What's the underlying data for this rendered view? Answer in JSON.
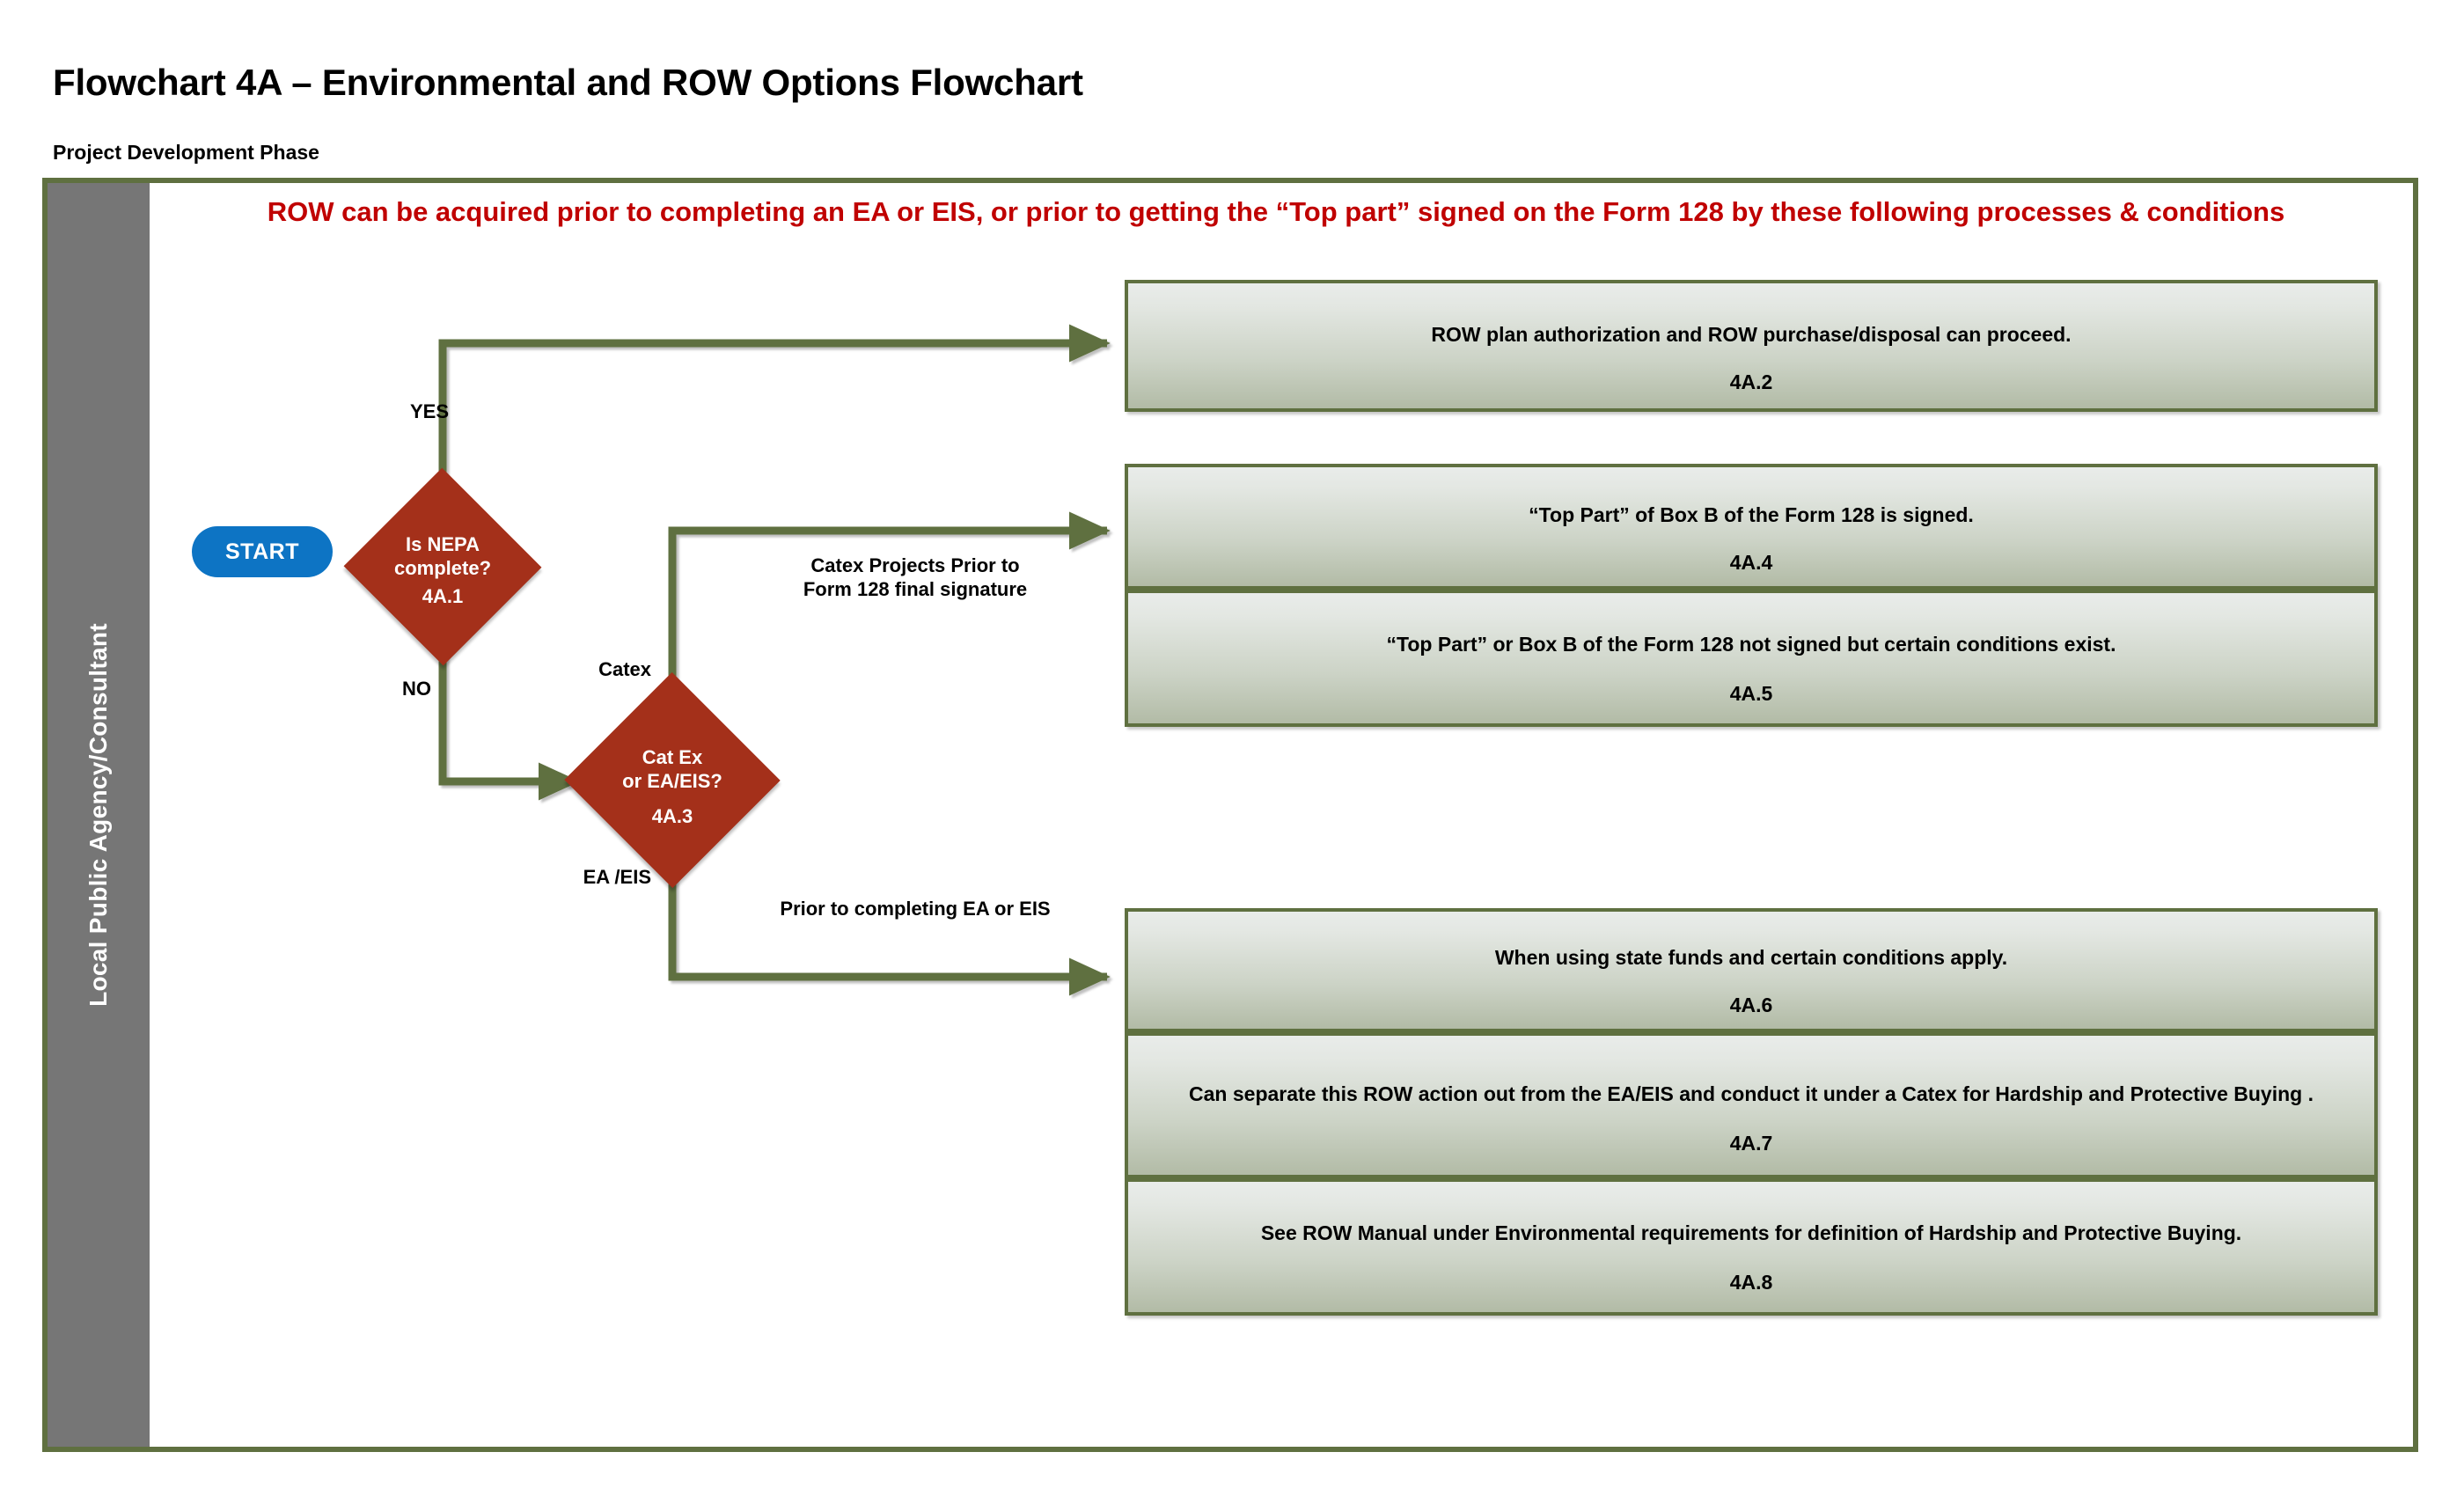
{
  "page": {
    "title": "Flowchart 4A – Environmental and ROW Options Flowchart",
    "phase_label": "Project Development Phase",
    "banner": "ROW can be acquired prior to completing an EA or EIS, or prior to getting the “Top part” signed on the Form 128 by these following processes & conditions"
  },
  "swimlane": {
    "label": "Local Public Agency/Consultant",
    "band_color": "#767676",
    "frame_color": "#5f7040"
  },
  "colors": {
    "connector": "#5f7040",
    "decision_fill": "#a4301a",
    "start_fill": "#0d74c4",
    "box_border": "#5f7040",
    "banner_text": "#c00000"
  },
  "nodes": {
    "start": {
      "label": "START"
    },
    "decision_1": {
      "line1": "Is NEPA",
      "line2": "complete?",
      "id": "4A.1"
    },
    "decision_2": {
      "line1": "Cat Ex",
      "line2": "or EA/EIS?",
      "id": "4A.3"
    }
  },
  "boxes": [
    {
      "text": "ROW plan authorization and ROW purchase/disposal can proceed.",
      "id": "4A.2"
    },
    {
      "text": "“Top Part” of Box B of the Form 128 is signed.",
      "id": "4A.4"
    },
    {
      "text": "“Top Part” or Box B of the Form 128 not signed but certain conditions exist.",
      "id": "4A.5"
    },
    {
      "text": "When using state funds and certain conditions apply.",
      "id": "4A.6"
    },
    {
      "text": "Can separate this ROW action out from the EA/EIS and conduct it under a Catex for Hardship and Protective Buying .",
      "id": "4A.7"
    },
    {
      "text": "See ROW Manual under Environmental requirements for definition of Hardship and Protective Buying.",
      "id": "4A.8"
    }
  ],
  "edge_labels": {
    "yes": "YES",
    "no": "NO",
    "catex": "Catex",
    "ea_eis": "EA /EIS",
    "catex_note": "Catex Projects Prior to\nForm 128 final signature",
    "prior_note": "Prior to completing EA or EIS"
  }
}
